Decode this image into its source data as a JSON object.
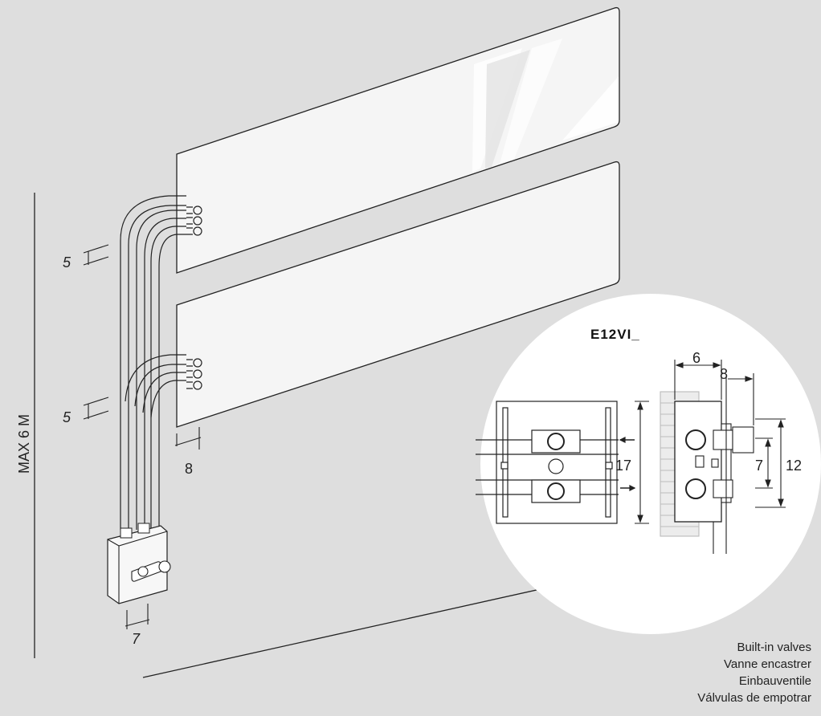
{
  "diagram": {
    "height_label": "MAX 6 M",
    "spacing_label_upper": "5",
    "spacing_label_lower": "5",
    "depth_label": "8",
    "box_width_label": "7",
    "model_code": "E12VI_",
    "detail_dim_top_width": "6",
    "detail_dim_top_depth": "8",
    "detail_dim_height": "17",
    "detail_dim_inner": "7",
    "detail_dim_outer": "12"
  },
  "caption": {
    "lines": [
      "Built-in valves",
      "Vanne encastrer",
      "Einbauventile",
      "Válvulas de empotrar"
    ]
  }
}
